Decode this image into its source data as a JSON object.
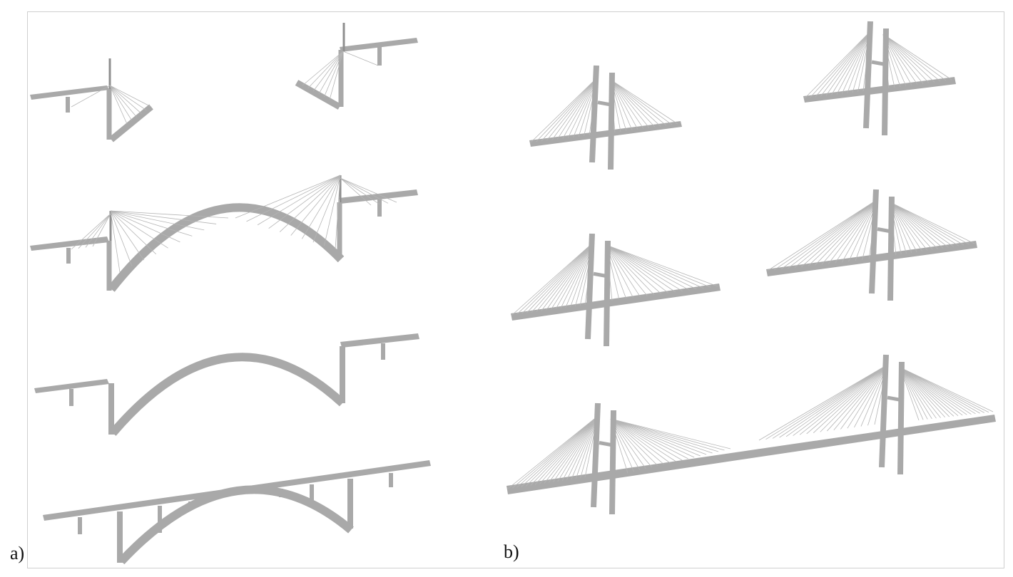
{
  "figure": {
    "panels": [
      {
        "label": "a)",
        "stages": [
          "cantilever-erection",
          "cable-stayed-cantilever-arch",
          "arch-closed-pylons-removed",
          "completed-deck-arch-bridge"
        ]
      },
      {
        "label": "b)",
        "stages": [
          "pylon-short-cantilevers",
          "pylon-extended-cantilevers",
          "completed-two-pylon-cable-stayed-bridge"
        ]
      }
    ]
  },
  "colors": {
    "structure": "#a9a9a9",
    "structure_dark": "#8f8f8f",
    "cable": "#b5b5b5",
    "frame": "#cfcfcf",
    "label": "#111111"
  }
}
